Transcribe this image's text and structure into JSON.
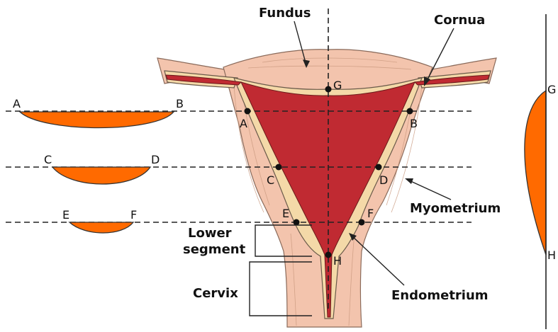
{
  "labels": {
    "fundus": "Fundus",
    "cornua": "Cornua",
    "myometrium": "Myometrium",
    "endometrium": "Endometrium",
    "lower_segment_line1": "Lower",
    "lower_segment_line2": "segment",
    "cervix": "Cervix"
  },
  "points": {
    "A": "A",
    "B": "B",
    "C": "C",
    "D": "D",
    "E": "E",
    "F": "F",
    "G": "G",
    "H": "H"
  },
  "colors": {
    "cavity": "#c02a32",
    "myometrium": "#f3c4ad",
    "endometrium": "#f4d9a8",
    "cross_section": "#ff6a00"
  }
}
